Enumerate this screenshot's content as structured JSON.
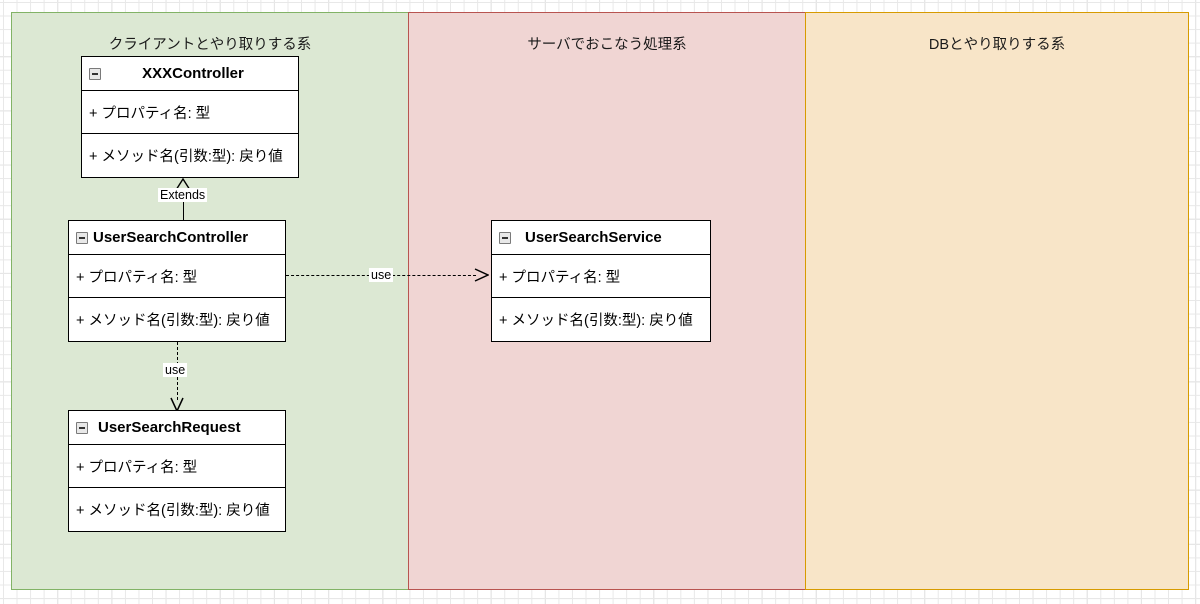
{
  "diagram": {
    "type": "uml-class-diagram",
    "lanes": [
      {
        "id": "client",
        "title": "クライアントとやり取りする系",
        "fill": "#dce8d3",
        "border": "#82b366"
      },
      {
        "id": "server",
        "title": "サーバでおこなう処理系",
        "fill": "#f0d5d3",
        "border": "#b85450"
      },
      {
        "id": "db",
        "title": "DBとやり取りする系",
        "fill": "#f8e5c8",
        "border": "#d79b00"
      }
    ],
    "classes": [
      {
        "id": "xxxcontroller",
        "name": "XXXController",
        "lane": "client",
        "collapse_icon": "collapse-minus-icon",
        "property": "+ プロパティ名: 型",
        "method": "+ メソッド名(引数:型): 戻り値"
      },
      {
        "id": "usersearchcontroller",
        "name": "UserSearchController",
        "lane": "client",
        "collapse_icon": "collapse-minus-icon",
        "property": "+ プロパティ名: 型",
        "method": "+ メソッド名(引数:型): 戻り値"
      },
      {
        "id": "usersearchrequest",
        "name": "UserSearchRequest",
        "lane": "client",
        "collapse_icon": "collapse-minus-icon",
        "property": "+ プロパティ名: 型",
        "method": "+ メソッド名(引数:型): 戻り値"
      },
      {
        "id": "usersearchservice",
        "name": "UserSearchService",
        "lane": "server",
        "collapse_icon": "collapse-minus-icon",
        "property": "+ プロパティ名: 型",
        "method": "+ メソッド名(引数:型): 戻り値"
      }
    ],
    "edges": [
      {
        "id": "extends",
        "label": "Extends",
        "from": "usersearchcontroller",
        "to": "xxxcontroller",
        "style": "solid",
        "arrow": "hollow-triangle"
      },
      {
        "id": "use-service",
        "label": "use",
        "from": "usersearchcontroller",
        "to": "usersearchservice",
        "style": "dashed",
        "arrow": "open-v"
      },
      {
        "id": "use-request",
        "label": "use",
        "from": "usersearchcontroller",
        "to": "usersearchrequest",
        "style": "dashed",
        "arrow": "open-v"
      }
    ]
  }
}
